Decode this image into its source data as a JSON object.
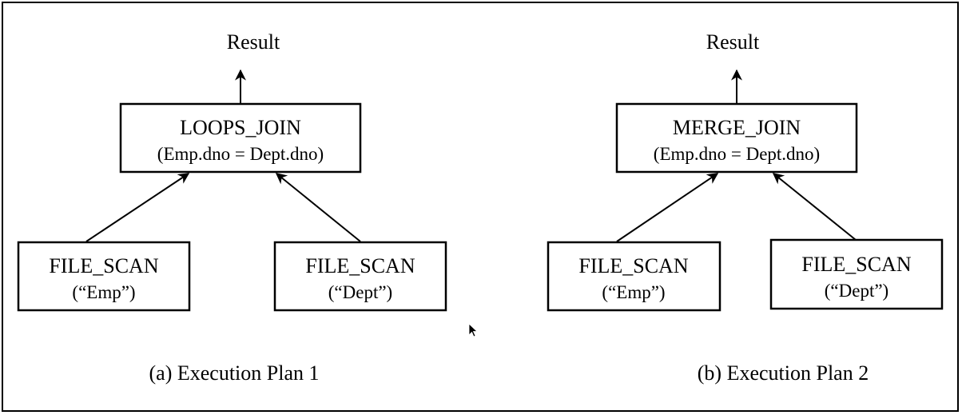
{
  "colors": {
    "ink": "#000000",
    "background": "#ffffff"
  },
  "plan_a": {
    "result_label": "Result",
    "join": {
      "name": "LOOPS_JOIN",
      "condition": "(Emp.dno = Dept.dno)"
    },
    "left_scan": {
      "name": "FILE_SCAN",
      "table": "(“Emp”)"
    },
    "right_scan": {
      "name": "FILE_SCAN",
      "table": "(“Dept”)"
    },
    "caption": "(a) Execution Plan 1"
  },
  "plan_b": {
    "result_label": "Result",
    "join": {
      "name": "MERGE_JOIN",
      "condition": "(Emp.dno = Dept.dno)"
    },
    "left_scan": {
      "name": "FILE_SCAN",
      "table": "(“Emp”)"
    },
    "right_scan": {
      "name": "FILE_SCAN",
      "table": "(“Dept”)"
    },
    "caption": "(b) Execution Plan 2"
  },
  "cursor_icon": "mouse-pointer-icon"
}
